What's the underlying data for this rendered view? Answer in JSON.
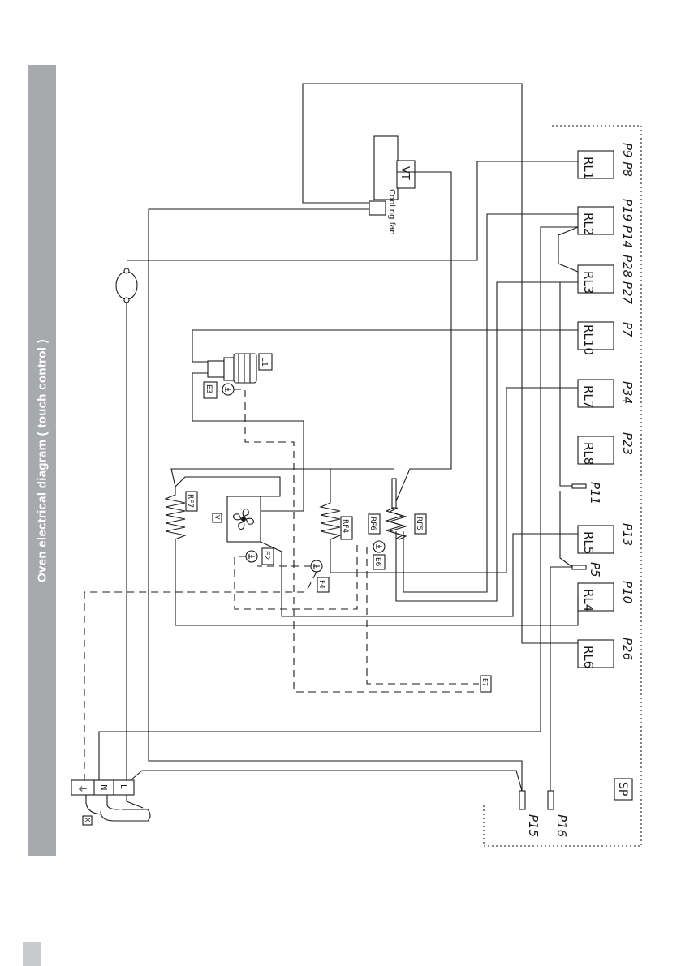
{
  "title": "Oven electrical diagram ( touch control )",
  "cooling_fan": {
    "label": "Cooling fan",
    "code": "VT"
  },
  "relays": [
    {
      "code": "RL1",
      "pins": "P9   P8"
    },
    {
      "code": "RL2",
      "pins": "P19  P14"
    },
    {
      "code": "RL3",
      "pins": "P28  P27"
    },
    {
      "code": "RL10",
      "pins": "P7"
    },
    {
      "code": "RL7",
      "pins": "P34"
    },
    {
      "code": "RL8",
      "pins": "P23"
    },
    {
      "code": "RL5",
      "pins": "P13"
    },
    {
      "code": "RL4",
      "pins": "P10"
    },
    {
      "code": "RL6",
      "pins": "P26"
    }
  ],
  "pins": {
    "p11": "P11",
    "p5": "P5",
    "p15": "P15",
    "p16": "P16"
  },
  "components": {
    "lamp": "L1",
    "earth_e3": "E3",
    "fan_motor": "V",
    "earth_e2": "E2",
    "earth_f4": "F4",
    "earth_e6": "E6",
    "earth_e7": "E7",
    "heater_rf7": "RF7",
    "heater_rf4": "RF4",
    "heater_rf6": "RF6",
    "heater_rf5": "RF5",
    "terminal_block": "X",
    "board": "SP"
  },
  "terminals": {
    "earth": "⏚",
    "neutral": "N",
    "line": "L"
  }
}
